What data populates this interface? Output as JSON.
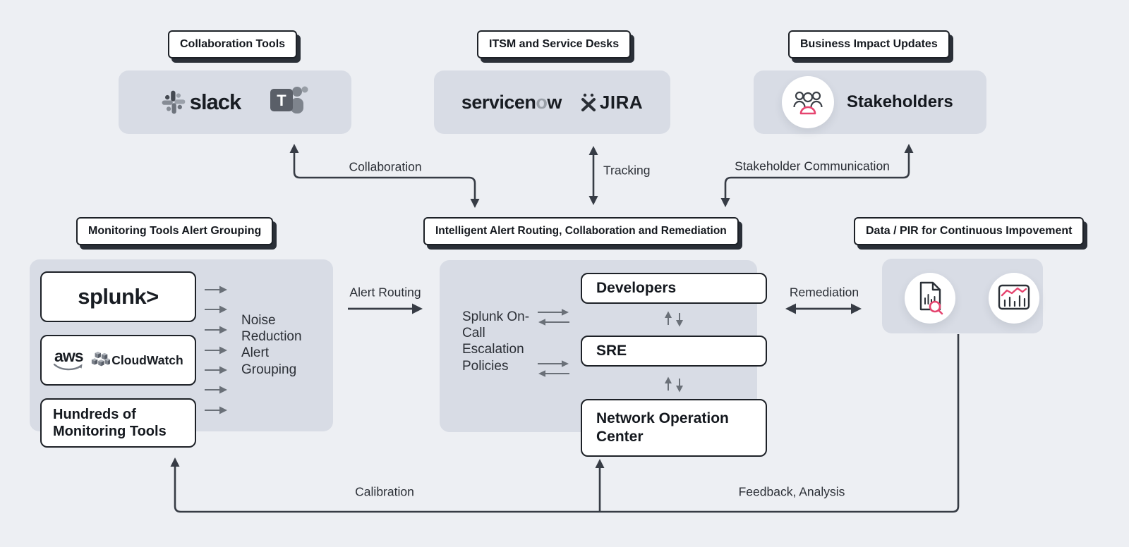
{
  "top": {
    "collaboration_tag": "Collaboration Tools",
    "itsm_tag": "ITSM and Service Desks",
    "business_tag": "Business Impact Updates",
    "slack_text": "slack",
    "teams_initial": "T",
    "servicenow_pre": "servicen",
    "servicenow_o": "o",
    "servicenow_post": "w",
    "jira_text": "JIRA",
    "stakeholders_text": "Stakeholders"
  },
  "mid": {
    "monitoring_tag": "Monitoring Tools Alert Grouping",
    "routing_tag": "Intelligent Alert Routing, Collaboration and Remediation",
    "data_pir_tag": "Data / PIR for Continuous Impovement"
  },
  "left_panel": {
    "splunk_text": "splunk>",
    "aws_text": "aws",
    "cloudwatch_text": "CloudWatch",
    "hundreds_text": "Hundreds of Monitoring Tools",
    "noise_text": "Noise Reduction Alert Grouping"
  },
  "center_panel": {
    "escalation_text": "Splunk On-Call Escalation Policies",
    "developers_label": "Developers",
    "sre_label": "SRE",
    "noc_label": "Network Operation Center"
  },
  "connectors": {
    "collaboration": "Collaboration",
    "tracking": "Tracking",
    "stakeholder_communication": "Stakeholder Communication",
    "alert_routing": "Alert Routing",
    "remediation": "Remediation",
    "calibration": "Calibration",
    "feedback_analysis": "Feedback, Analysis"
  },
  "colors": {
    "background": "#edeff3",
    "panel_gray": "#d8dce5",
    "ink": "#1d2127",
    "connector_dark": "#373c45",
    "arrow_gray": "#6a7078",
    "accent_pink": "#e5446f"
  }
}
